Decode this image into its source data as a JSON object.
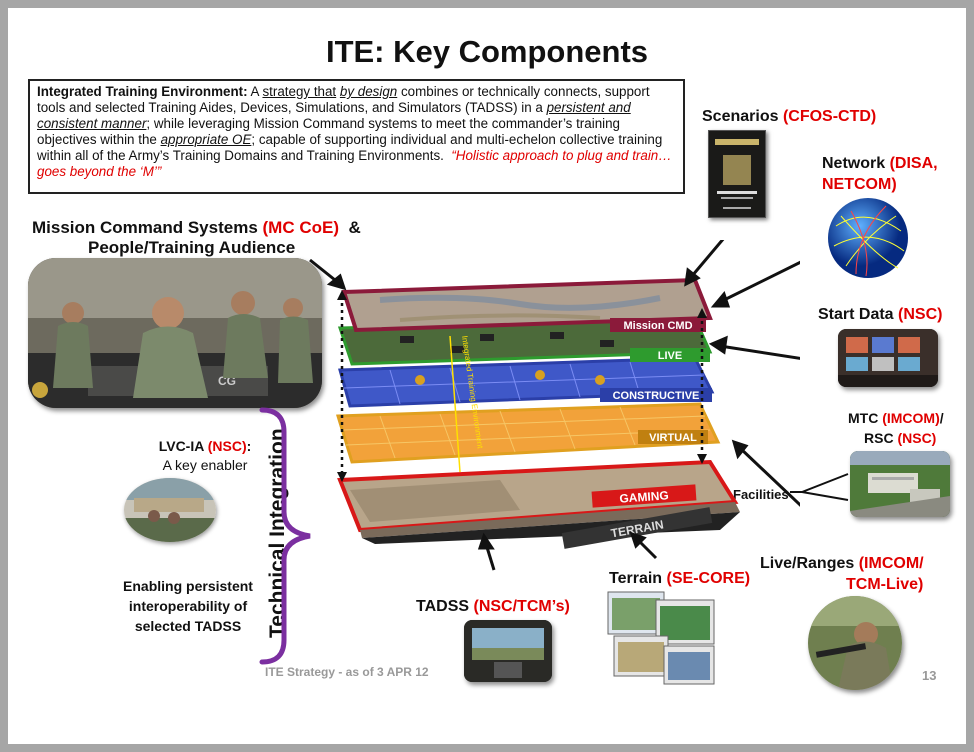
{
  "title": "ITE: Key Components",
  "definition": {
    "term": "Integrated Training Environment:",
    "p1": " A ",
    "u1": "strategy that",
    "p2": " ",
    "iu1": "by design",
    "p3": " combines or technically connects, support tools and selected Training Aides, Devices, Simulations, and Simulators (TADSS) in a ",
    "iu2": "persistent and consistent manner",
    "p4": "; while leveraging Mission Command systems to meet the commander’s training objectives within the ",
    "iu3": "appropriate OE",
    "p5": "; capable of supporting individual and multi-echelon collective training within all of the Army’s Training Domains and Training Environments.",
    "quote": "“Holistic approach to plug and train…goes beyond the ‘M’”"
  },
  "labels": {
    "mission_command": "Mission Command Systems",
    "mission_command_org": "(MC CoE)",
    "amp": "&",
    "people": "People/Training Audience",
    "scenarios": "Scenarios",
    "scenarios_org": "(CFOS-CTD)",
    "network": "Network",
    "network_org1": "(DISA,",
    "network_org2": "NETCOM)",
    "start_data": "Start Data",
    "start_data_org": "(NSC)",
    "mtc": "MTC",
    "mtc_org": "(IMCOM)",
    "slash": "/",
    "rsc": "RSC",
    "rsc_org": "(NSC)",
    "facilities": "Facilities",
    "live_ranges": "Live/Ranges",
    "live_ranges_org1": "(IMCOM/",
    "live_ranges_org2": "TCM-Live)",
    "terrain": "Terrain",
    "terrain_org": "(SE-CORE)",
    "tadss": "TADSS",
    "tadss_org": "(NSC/TCM’s)",
    "lvc_ia": "LVC-IA",
    "lvc_ia_org": "(NSC)",
    "colon": ":",
    "key_enabler": "A key enabler",
    "enabling1": "Enabling persistent",
    "enabling2": "interoperability of",
    "enabling3": "selected TADSS",
    "technical_integration": "Technical Integration"
  },
  "layers": {
    "mission_cmd": "Mission CMD",
    "live": "LIVE",
    "constructive": "CONSTRUCTIVE",
    "virtual": "VIRTUAL",
    "gaming": "GAMING",
    "terrain": "TERRAIN",
    "integrated": "Integrated Training Environment"
  },
  "footer": {
    "strategy": "ITE Strategy - as of 3 APR 12",
    "page": "13"
  },
  "colors": {
    "accent_red": "#e00000",
    "brace_purple": "#7b2fa0",
    "mission_layer": "#8b1a3a",
    "live_layer": "#2e9b2e",
    "constructive_layer": "#2b3fa8",
    "virtual_layer": "#e0a020",
    "gaming_layer": "#d81818"
  }
}
